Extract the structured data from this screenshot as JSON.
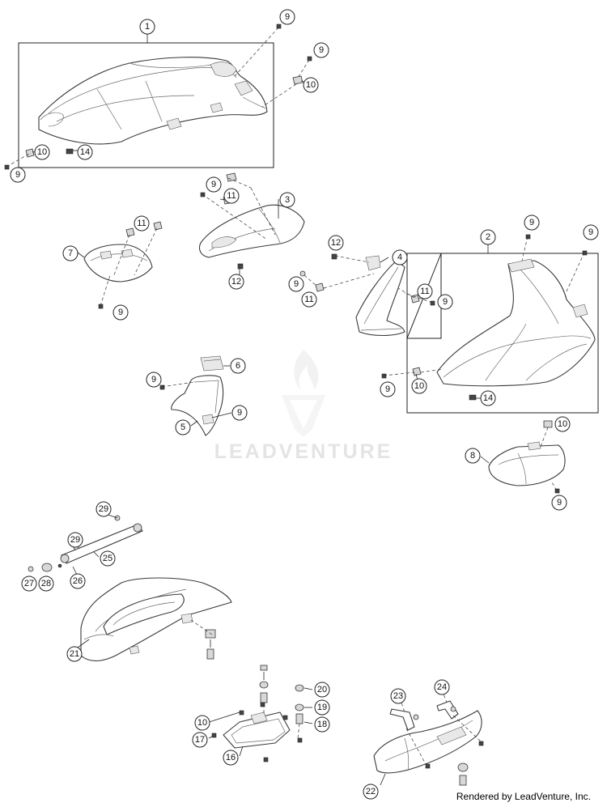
{
  "watermark": {
    "text": "LEADVENTURE"
  },
  "credit": "Rendered by LeadVenture, Inc.",
  "callouts": [
    "1",
    "2",
    "3",
    "4",
    "5",
    "6",
    "7",
    "8",
    "9",
    "10",
    "11",
    "12",
    "14",
    "16",
    "17",
    "18",
    "19",
    "20",
    "21",
    "22",
    "23",
    "24",
    "25",
    "26",
    "27",
    "28",
    "29"
  ]
}
